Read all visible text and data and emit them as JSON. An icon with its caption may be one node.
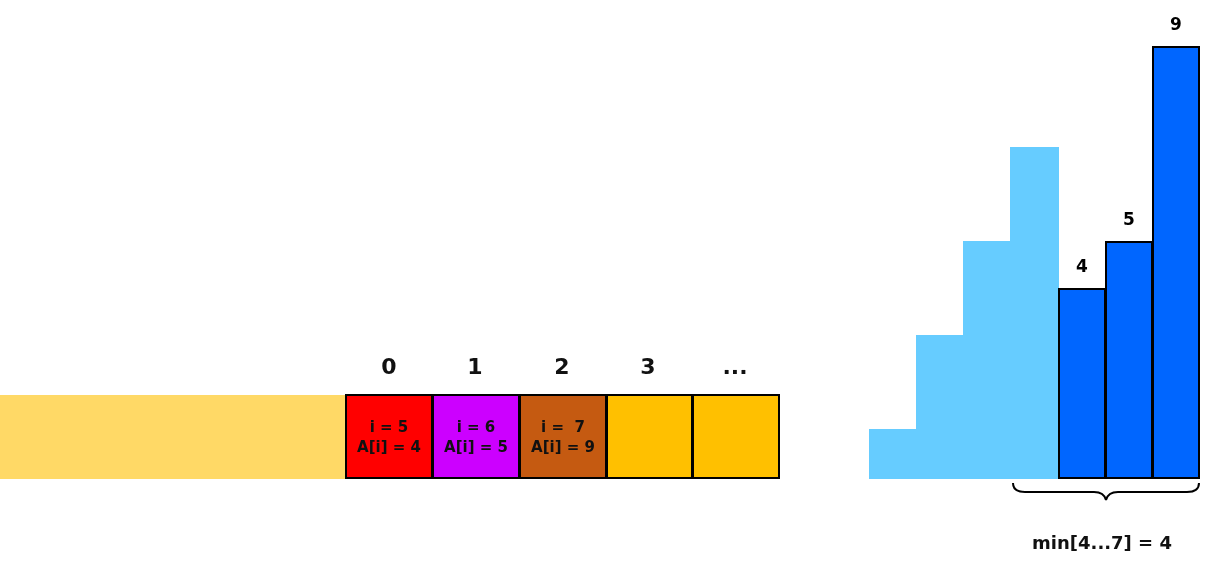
{
  "diagram": {
    "nodes": [
      {
        "text": [],
        "shape": "bar"
      },
      {
        "text": [
          "i = 5",
          "A[i] = 4"
        ]
      },
      {
        "text": [
          "i = 6",
          "A[i] = 5"
        ]
      },
      {
        "text": [
          "i =  7",
          "A[i] = 9"
        ]
      },
      {
        "text": [],
        "shape": "box"
      },
      {
        "text": [],
        "shape": "box"
      },
      {
        "text": [],
        "shape": "bar"
      },
      {
        "text": [],
        "shape": "bar"
      },
      {
        "text": [],
        "shape": "bar"
      },
      {
        "text": [],
        "shape": "bar"
      },
      {
        "text": [],
        "shape": "bar",
        "beside": [
          "4"
        ]
      },
      {
        "text": [],
        "shape": "bar",
        "beside": [
          "5"
        ]
      },
      {
        "text": [],
        "shape": "bar",
        "beside": [
          "9"
        ]
      }
    ],
    "edges": [],
    "labels": [
      "0",
      "1",
      "2",
      "3",
      "...",
      "min[4...7] = 4"
    ]
  }
}
